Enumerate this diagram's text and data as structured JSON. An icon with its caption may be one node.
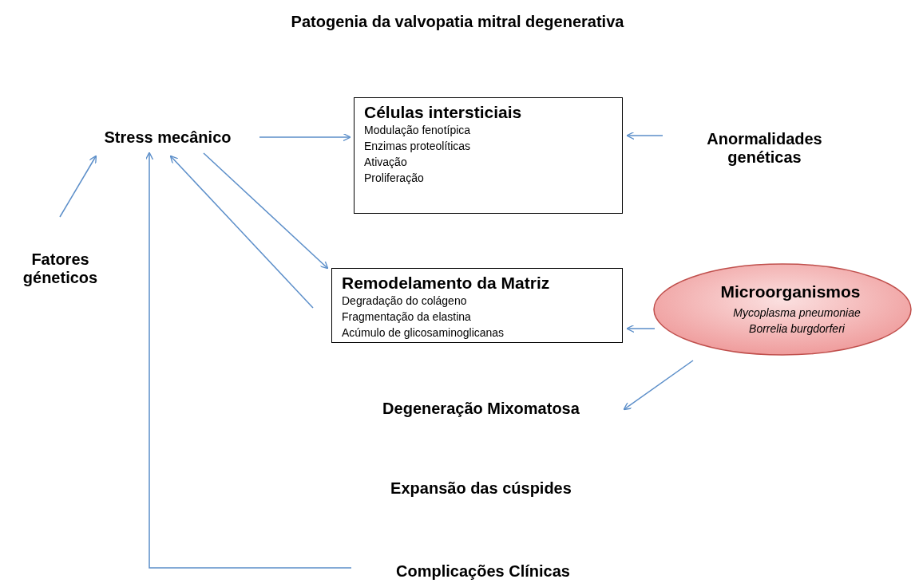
{
  "diagram": {
    "title": "Patogenia da valvopatia mitral degenerativa",
    "nodes": [
      {
        "text": [
          "Stress mecânico"
        ]
      },
      {
        "text": [
          "Células intersticiais",
          "Modulação fenotípica",
          "Enzimas proteolíticas",
          "Ativação",
          "Proliferação"
        ]
      },
      {
        "text": [
          "Anormalidades genéticas"
        ]
      },
      {
        "text": [
          "Fatores géneticos"
        ]
      },
      {
        "text": [
          "Remodelamento da Matriz",
          "Degradação do colágeno",
          "Fragmentação da elastina",
          "Acúmulo de glicosaminoglicanas"
        ]
      },
      {
        "text": [
          "Microorganismos",
          "Mycoplasma pneumoniae",
          "Borrelia burgdorferi"
        ]
      },
      {
        "text": [
          "Degeneração Mixomatosa"
        ]
      },
      {
        "text": [
          "Expansão das cúspides"
        ]
      },
      {
        "text": [
          "Complicações Clínicas"
        ]
      }
    ],
    "edges": [
      {
        "from": 0,
        "to": 1,
        "arrow": "to"
      },
      {
        "from": 2,
        "to": 1,
        "arrow": "to"
      },
      {
        "from": 3,
        "to": 0,
        "arrow": "to"
      },
      {
        "from": 0,
        "to": 4,
        "arrow": "to"
      },
      {
        "from": 4,
        "to": 0,
        "arrow": "to"
      },
      {
        "from": 5,
        "to": 4,
        "arrow": "to"
      },
      {
        "from": 5,
        "to": 6,
        "arrow": "to"
      },
      {
        "from": 8,
        "to": 0,
        "arrow": "to"
      }
    ]
  }
}
